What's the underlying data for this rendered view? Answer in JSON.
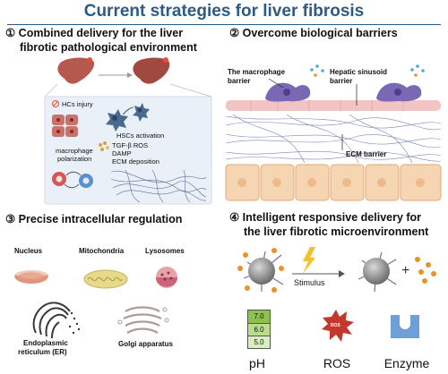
{
  "header": {
    "title": "Current strategies for liver fibrosis"
  },
  "sections": {
    "s1": {
      "title_line1": "① Combined delivery for the liver",
      "title_line2": "fibrotic pathological environment",
      "labels": {
        "hcs_injury": "HCs injury",
        "hscs_activation": "HSCs activation",
        "macrophage_polarization_1": "macrophage",
        "macrophage_polarization_2": "polarization",
        "tgf_ros": "TGF-β ROS",
        "damp": "DAMP",
        "ecm_deposition": "ECM deposition"
      }
    },
    "s2": {
      "title": "② Overcome biological barriers",
      "labels": {
        "macrophage_barrier_1": "The macrophage",
        "macrophage_barrier_2": "barrier",
        "sinusoid_barrier_1": "Hepatic sinusoid",
        "sinusoid_barrier_2": "barrier",
        "ecm_barrier": "ECM barrier"
      }
    },
    "s3": {
      "title": "③ Precise intracellular regulation",
      "organelles": {
        "nucleus": "Nucleus",
        "mitochondria": "Mitochondria",
        "lysosomes": "Lysosomes",
        "er_1": "Endoplasmic",
        "er_2": "reticulum (ER)",
        "golgi": "Golgi apparatus"
      }
    },
    "s4": {
      "title_line1": "④ Intelligent responsive delivery for",
      "title_line2": "the liver fibrotic microenvironment",
      "stimulus": "Stimulus",
      "plus": "+",
      "ph_values": [
        "7.0",
        "6.0",
        "5.0"
      ],
      "ros_badge": "ROS",
      "stimuli_labels": {
        "ph": "pH",
        "ros": "ROS",
        "enzyme": "Enzyme"
      }
    }
  },
  "colors": {
    "title": "#2d5b86",
    "liver": "#b5594f",
    "macrophage": "#7b68b5",
    "hepatocyte": "#f6d5b2",
    "nanoparticle": "#8a8a8a",
    "drug": "#e8922b",
    "ph_green": "#8cc152",
    "ros_red": "#c0392b",
    "enzyme_blue": "#6f9fd8"
  }
}
